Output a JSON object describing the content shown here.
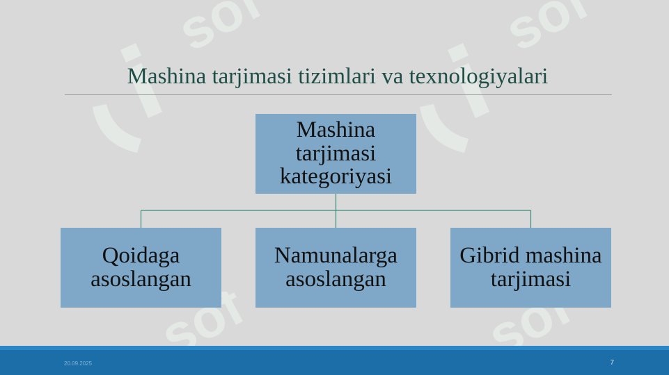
{
  "slide": {
    "title": "Mashina tarjimasi tizimlari va texnologiyalari"
  },
  "diagram": {
    "root": "Mashina tarjimasi kategoriyasi",
    "children": [
      "Qoidaga asoslangan",
      "Namunalarga asoslangan",
      "Gibrid mashina tarjimasi"
    ]
  },
  "footer": {
    "date": "20.09.2025",
    "page": "7"
  },
  "colors": {
    "background": "#d9d9d9",
    "node_fill": "#7ea7c8",
    "connector": "#3e8a78",
    "footer_band": "#1b6ea8",
    "title_text": "#1f4e46",
    "watermark": "#e9f3ee"
  }
}
